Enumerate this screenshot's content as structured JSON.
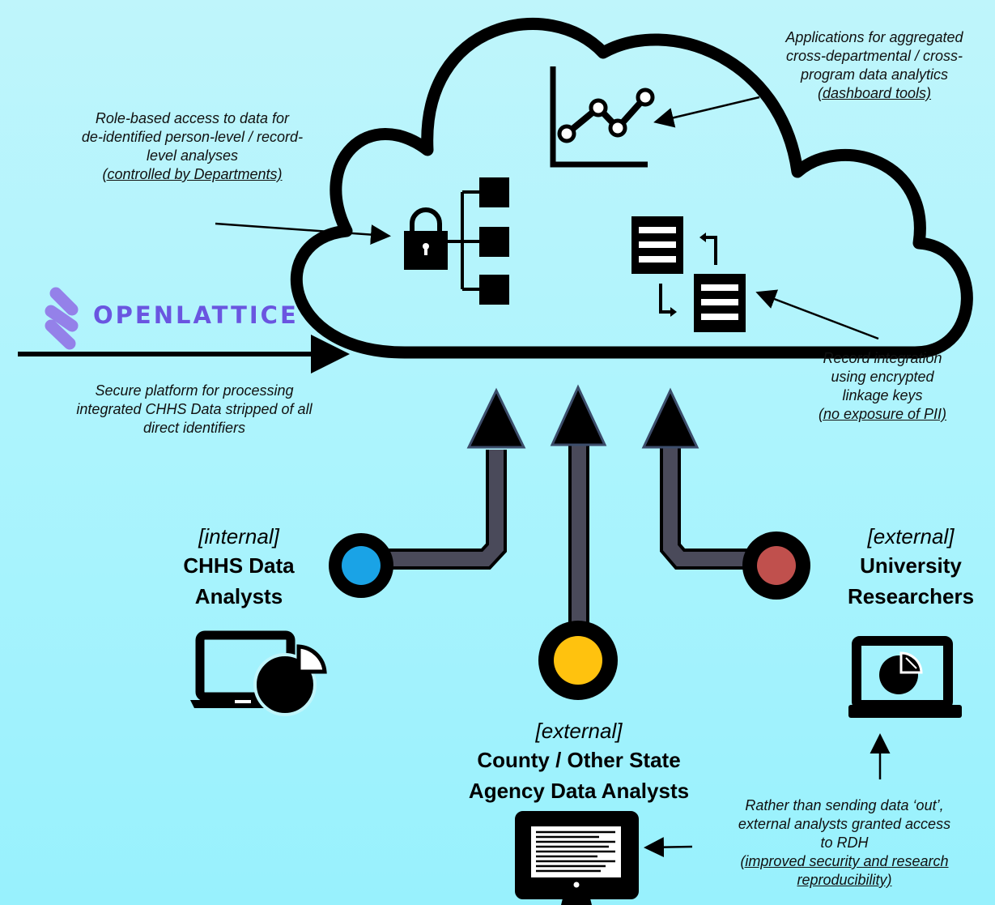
{
  "notes": {
    "dashboard": [
      "Applications for  aggregated",
      "cross-departmental / cross-",
      "program data analytics"
    ],
    "dashboard_link": "(dashboard tools)",
    "role_access": [
      "Role-based access to data for",
      "de-identified person-level / record-",
      "level analyses"
    ],
    "role_access_link": "(controlled by Departments)",
    "platform": [
      "Secure platform for processing",
      "integrated CHHS Data stripped of all",
      "direct identifiers"
    ],
    "record_integration": [
      "Record integration",
      "using encrypted",
      "linkage keys"
    ],
    "record_integration_link": "(no exposure of PII)",
    "access": [
      "Rather than sending data ‘out’,",
      "external analysts granted access",
      "to RDH"
    ],
    "access_link": "(improved security and research",
    "access_link2": "reproducibility)"
  },
  "logo": {
    "text": "OPENLATTICE"
  },
  "groups": {
    "internal": {
      "tag": "[internal]",
      "name": [
        "CHHS Data",
        "Analysts"
      ],
      "color": "#1aa3e6"
    },
    "county": {
      "tag": "[external]",
      "name": [
        "County / Other State",
        "Agency Data Analysts"
      ],
      "color": "#ffc20e"
    },
    "university": {
      "tag": "[external]",
      "name": [
        "University",
        "Researchers"
      ],
      "color": "#c0504d"
    }
  },
  "icons": [
    "line-chart-icon",
    "lock-icon",
    "hierarchy-icon",
    "document-icon",
    "laptop-pie-chart-icon",
    "monitor-document-icon",
    "openlattice-logo-icon"
  ]
}
